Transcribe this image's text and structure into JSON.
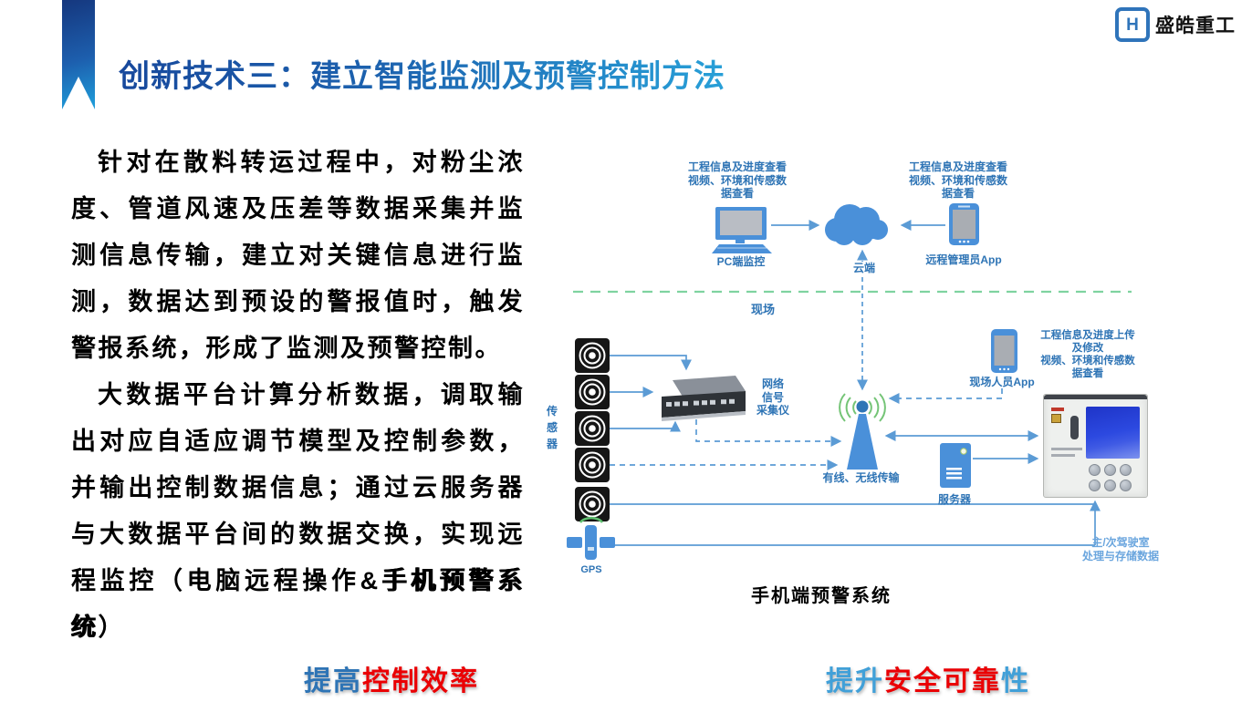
{
  "logo": {
    "company": "盛皓重工",
    "icon_letter": "H"
  },
  "title": "创新技术三：建立智能监测及预警控制方法",
  "body": {
    "paragraph1": "针对在散料转运过程中，对粉尘浓度、管道风速及压差等数据采集并监测信息传输，建立对关键信息进行监测，数据达到预设的警报值时，触发警报系统，形成了监测及预警控制。",
    "paragraph2_normal": "大数据平台计算分析数据，调取输出对应自适应调节模型及控制参数，并输出控制数据信息；通过云服务器与大数据平台间的数据交换，实现远程监控（电脑远程操作&",
    "paragraph2_strong": "手机预警系统",
    "paragraph2_end": "）"
  },
  "diagram": {
    "top_left_note": "工程信息及进度查看\n视频、环境和传感数\n据查看",
    "pc_label": "PC端监控",
    "cloud_label": "云端",
    "top_right_note": "工程信息及进度查看\n视频、环境和传感数\n据查看",
    "remote_admin_label": "远程管理员App",
    "site_label": "现场",
    "sensors_label": "传\n感\n器",
    "collector_label": "网络\n信号\n采集仪",
    "transmission_label": "有线、无线传输",
    "field_note": "工程信息及进度上传\n及修改\n视频、环境和传感数\n据查看",
    "field_person_label": "现场人员App",
    "server_label": "服务器",
    "gps_label": "GPS",
    "cab_note": "主/次驾驶室\n处理与存储数据",
    "caption": "手机端预警系统"
  },
  "footer": {
    "left": {
      "prefix": "提高",
      "emphasis": "控制效率"
    },
    "right": {
      "prefix": "提升",
      "emphasis": "安全可靠",
      "suffix": "性"
    }
  },
  "colors": {
    "accent_blue": "#2E74B5",
    "line_blue": "#5B9BD5",
    "emphasis_red": "#EA0004",
    "dash_green": "#7FD3A0",
    "title_blue_start": "#17489C",
    "title_blue_end": "#28A0D8"
  }
}
